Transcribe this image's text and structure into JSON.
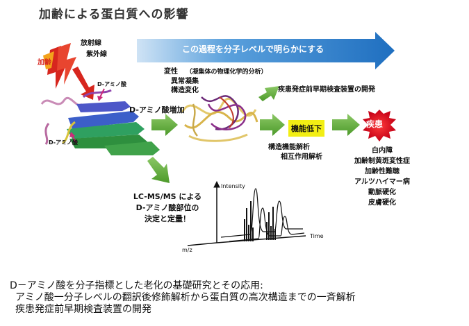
{
  "title": "加齢による蛋白質への影響",
  "banner": "この過程を分子レベルで明らかにする",
  "causes": {
    "aging": "加齢",
    "radiation": "放射線",
    "uv": "紫外線"
  },
  "protein_labels": {
    "top": "D-アミノ酸",
    "bottom": "D-アミノ酸"
  },
  "d_amino_increase": "D-アミノ酸増加",
  "denaturation": {
    "title": "変性",
    "note": "（凝集体の物理化学的分析）",
    "items": [
      "異常凝集",
      "構造変化"
    ]
  },
  "early_detection": "疾患発症前早期検査装置の開発",
  "function_decline": "機能低下",
  "analysis": [
    "構造機能解析",
    "相互作用解析"
  ],
  "disease_label": "疾患",
  "diseases": [
    "白内障",
    "加齢制黄斑変性症",
    "加齢性難聴",
    "アルツハイマー病",
    "動脈硬化",
    "皮膚硬化"
  ],
  "lcms": [
    "LC-MS/MS による",
    "D-アミノ酸部位の",
    "決定と定量！"
  ],
  "chromatogram": {
    "ylabel": "Intensity",
    "xlabel": "Time",
    "zlabel": "m/z"
  },
  "caption": [
    "D－アミノ酸を分子指標とした老化の基礎研究とその応用:",
    "アミノ酸一分子レベルの翻訳後修飾解析から蛋白質の高次構造までの一斉解析",
    "疾患発症前早期検査装置の開発"
  ],
  "colors": {
    "banner": "#2d7fc9",
    "green_arrow": "#5da639",
    "red_arrow": "#d7261e",
    "highlight": "#f2ee14",
    "disease": "#d6001c"
  }
}
